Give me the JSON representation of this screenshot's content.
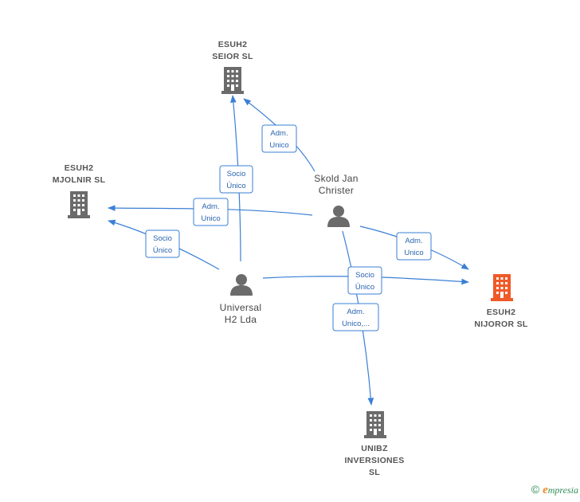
{
  "colors": {
    "edge": "#3a7fd5",
    "company": "#6b6b6b",
    "company_highlight": "#f05a28",
    "person": "#6b6b6b"
  },
  "nodes": {
    "seior": {
      "lines": [
        "ESUH2",
        "SEIOR  SL"
      ],
      "icon": "building-icon"
    },
    "mjolnir": {
      "lines": [
        "ESUH2",
        "MJOLNIR  SL"
      ],
      "icon": "building-icon"
    },
    "nijoror": {
      "lines": [
        "ESUH2",
        "NIJOROR  SL"
      ],
      "icon": "building-icon"
    },
    "unibz": {
      "lines": [
        "UNIBZ",
        "INVERSIONES",
        "SL"
      ],
      "icon": "building-icon"
    },
    "skold": {
      "lines": [
        "Skold Jan",
        "Christer"
      ],
      "icon": "person-icon"
    },
    "universal": {
      "lines": [
        "Universal",
        "H2 Lda"
      ],
      "icon": "person-icon"
    }
  },
  "edges": {
    "skold_seior": {
      "label": [
        "Adm.",
        "Unico"
      ]
    },
    "universal_seior": {
      "label": [
        "Socio",
        "Único"
      ]
    },
    "skold_mjolnir": {
      "label": [
        "Adm.",
        "Unico"
      ]
    },
    "universal_mjolnir": {
      "label": [
        "Socio",
        "Único"
      ]
    },
    "skold_nijoror": {
      "label": [
        "Adm.",
        "Unico"
      ]
    },
    "universal_nijoror": {
      "label": [
        "Socio",
        "Único"
      ]
    },
    "skold_unibz": {
      "label": [
        "Adm.",
        "Unico,..."
      ]
    }
  },
  "footer": {
    "copyright": "©",
    "brand_initial": "e",
    "brand_rest": "mpresia"
  }
}
